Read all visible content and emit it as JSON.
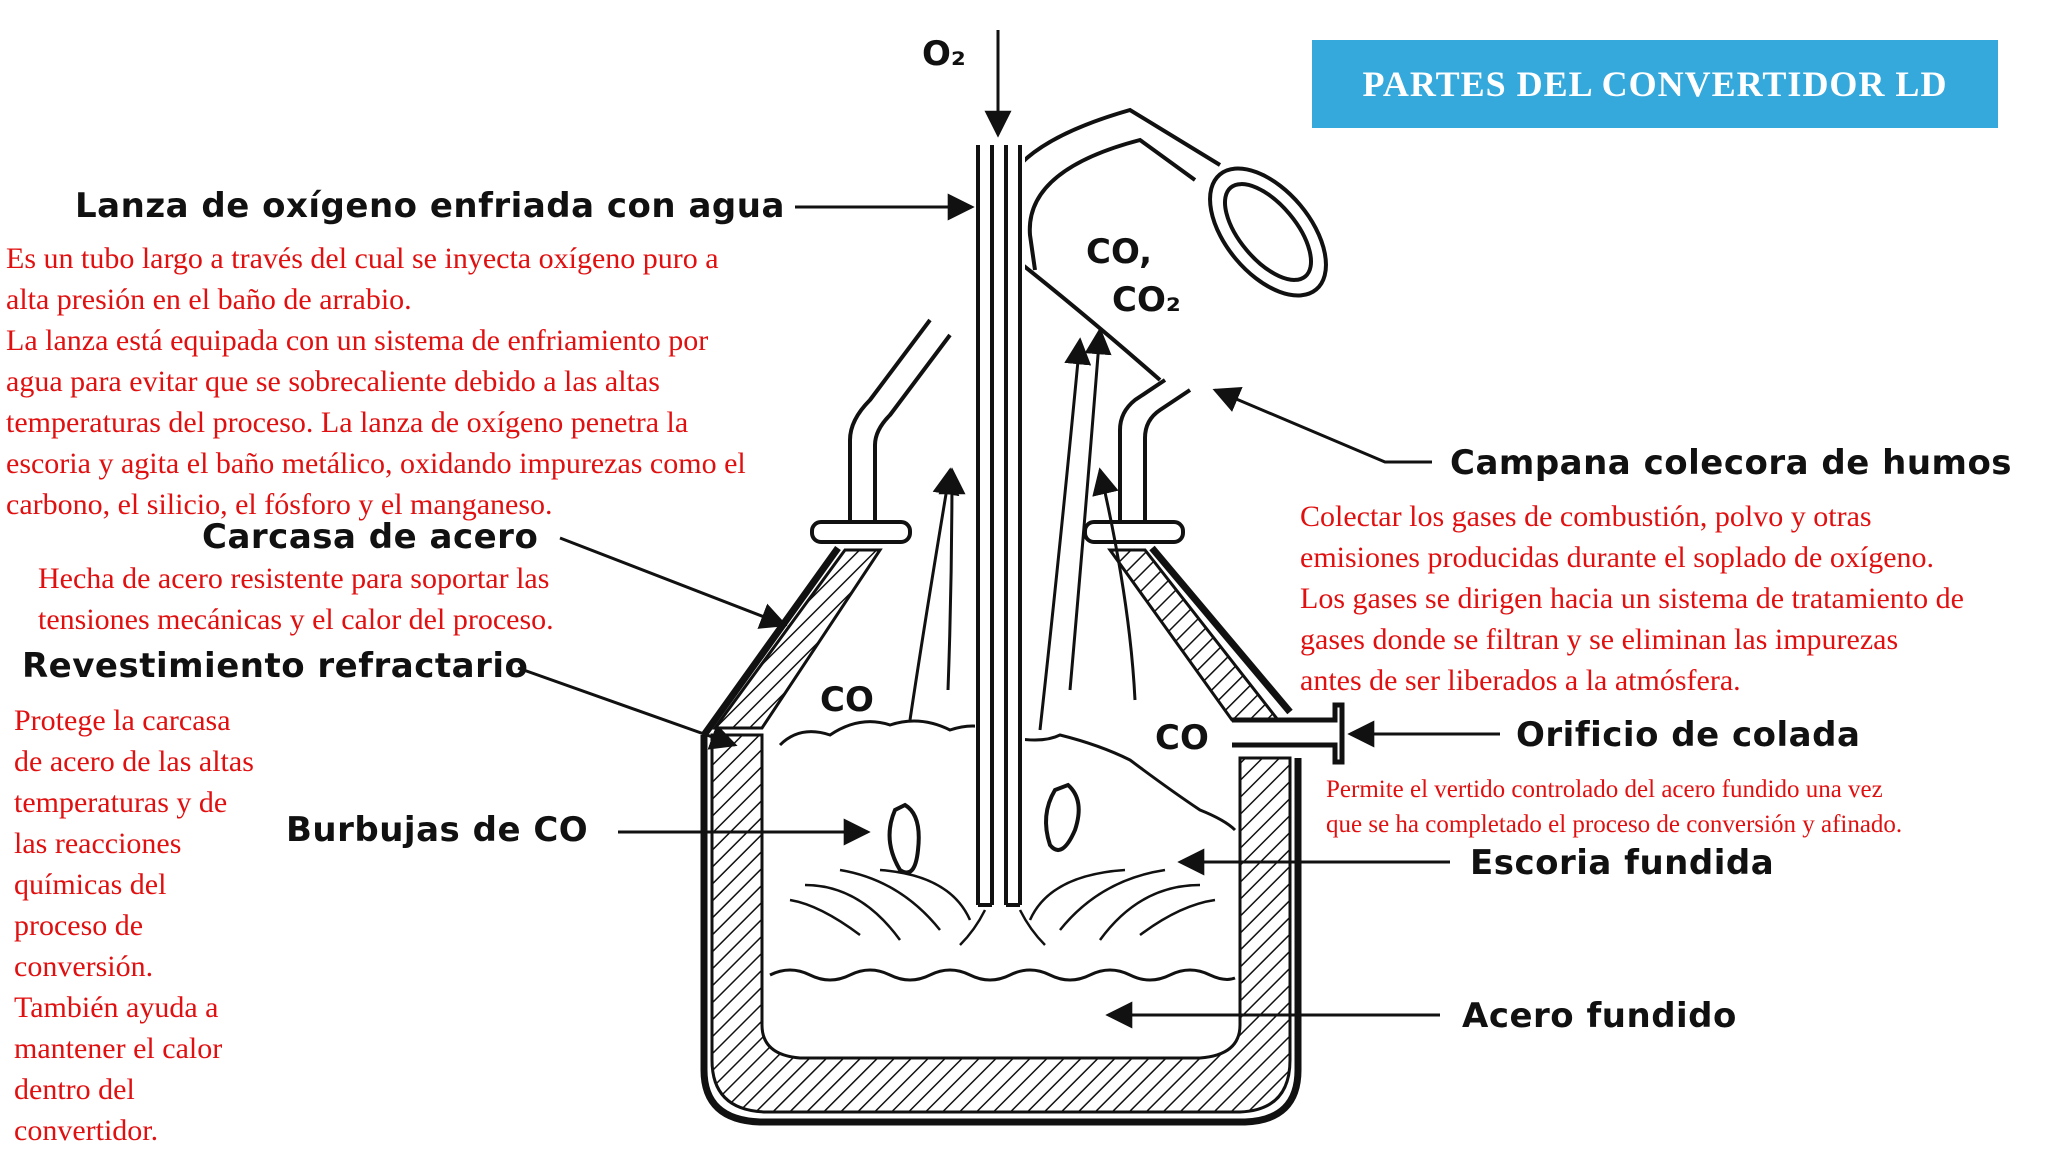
{
  "title": "PARTES DEL CONVERTIDOR LD",
  "colors": {
    "title_bg": "#35a9dc",
    "description_text": "#e01010",
    "label_text": "#111111"
  },
  "chem": {
    "o2": "O₂",
    "co_co2_line1": "CO,",
    "co_co2_line2": "CO₂",
    "co_left": "CO",
    "co_right": "CO"
  },
  "labels": {
    "lanza": "Lanza de oxígeno enfriada con agua",
    "carcasa": "Carcasa de acero",
    "revestimiento": "Revestimiento refractario",
    "burbujas": "Burbujas de CO",
    "campana": "Campana colecora de humos",
    "orificio": "Orificio de colada",
    "escoria": "Escoria fundida",
    "acero": "Acero fundido"
  },
  "descriptions": {
    "lanza": [
      "Es un tubo largo a través del cual se inyecta oxígeno puro a",
      "alta presión en el baño de arrabio.",
      "La lanza está equipada con un sistema de enfriamiento por",
      "agua para evitar que se sobrecaliente debido a las altas",
      "temperaturas del proceso. La lanza de oxígeno penetra la",
      "escoria y agita el baño metálico, oxidando impurezas como el",
      "carbono, el silicio, el fósforo y el manganeso."
    ],
    "carcasa": [
      "Hecha de acero resistente para soportar las",
      "tensiones mecánicas y el calor del proceso."
    ],
    "revestimiento": [
      "Protege la carcasa",
      "de acero de las altas",
      "temperaturas y de",
      "las reacciones",
      "químicas del",
      "proceso de",
      "conversión.",
      "También ayuda a",
      "mantener el calor",
      "dentro del",
      "convertidor."
    ],
    "campana": [
      "Colectar los gases de combustión, polvo y otras",
      "emisiones producidas durante el soplado de oxígeno.",
      "Los gases se dirigen hacia un sistema de tratamiento de",
      "gases donde se filtran y se eliminan las impurezas",
      "antes de ser liberados a la atmósfera."
    ],
    "orificio": [
      "Permite el vertido controlado del acero fundido una vez",
      "que se ha completado el proceso de conversión y afinado."
    ]
  }
}
